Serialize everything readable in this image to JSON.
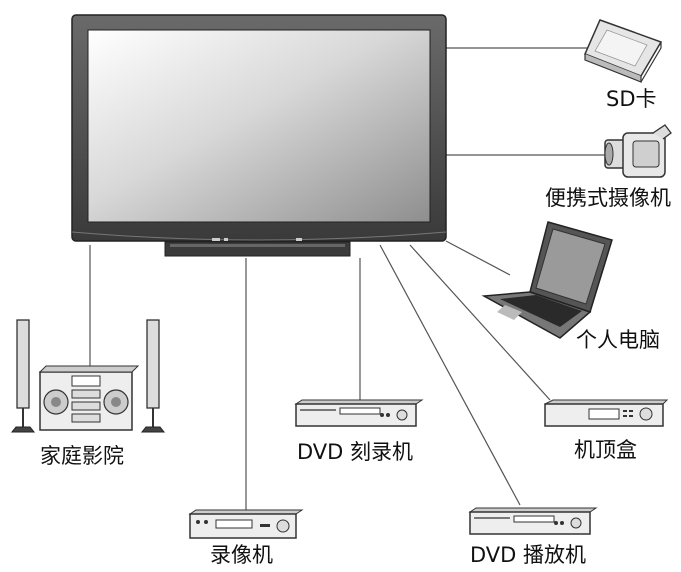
{
  "labels": {
    "sd_card": "SD卡",
    "camcorder": "便携式摄像机",
    "laptop": "个人电脑",
    "stb": "机顶盒",
    "home_theater": "家庭影院",
    "dvd_recorder": "DVD 刻录机",
    "vcr": "录像机",
    "dvd_player": "DVD 播放机"
  },
  "colors": {
    "tv_bezel": "#4a4a4a",
    "line": "#555555",
    "device": "#333333"
  }
}
